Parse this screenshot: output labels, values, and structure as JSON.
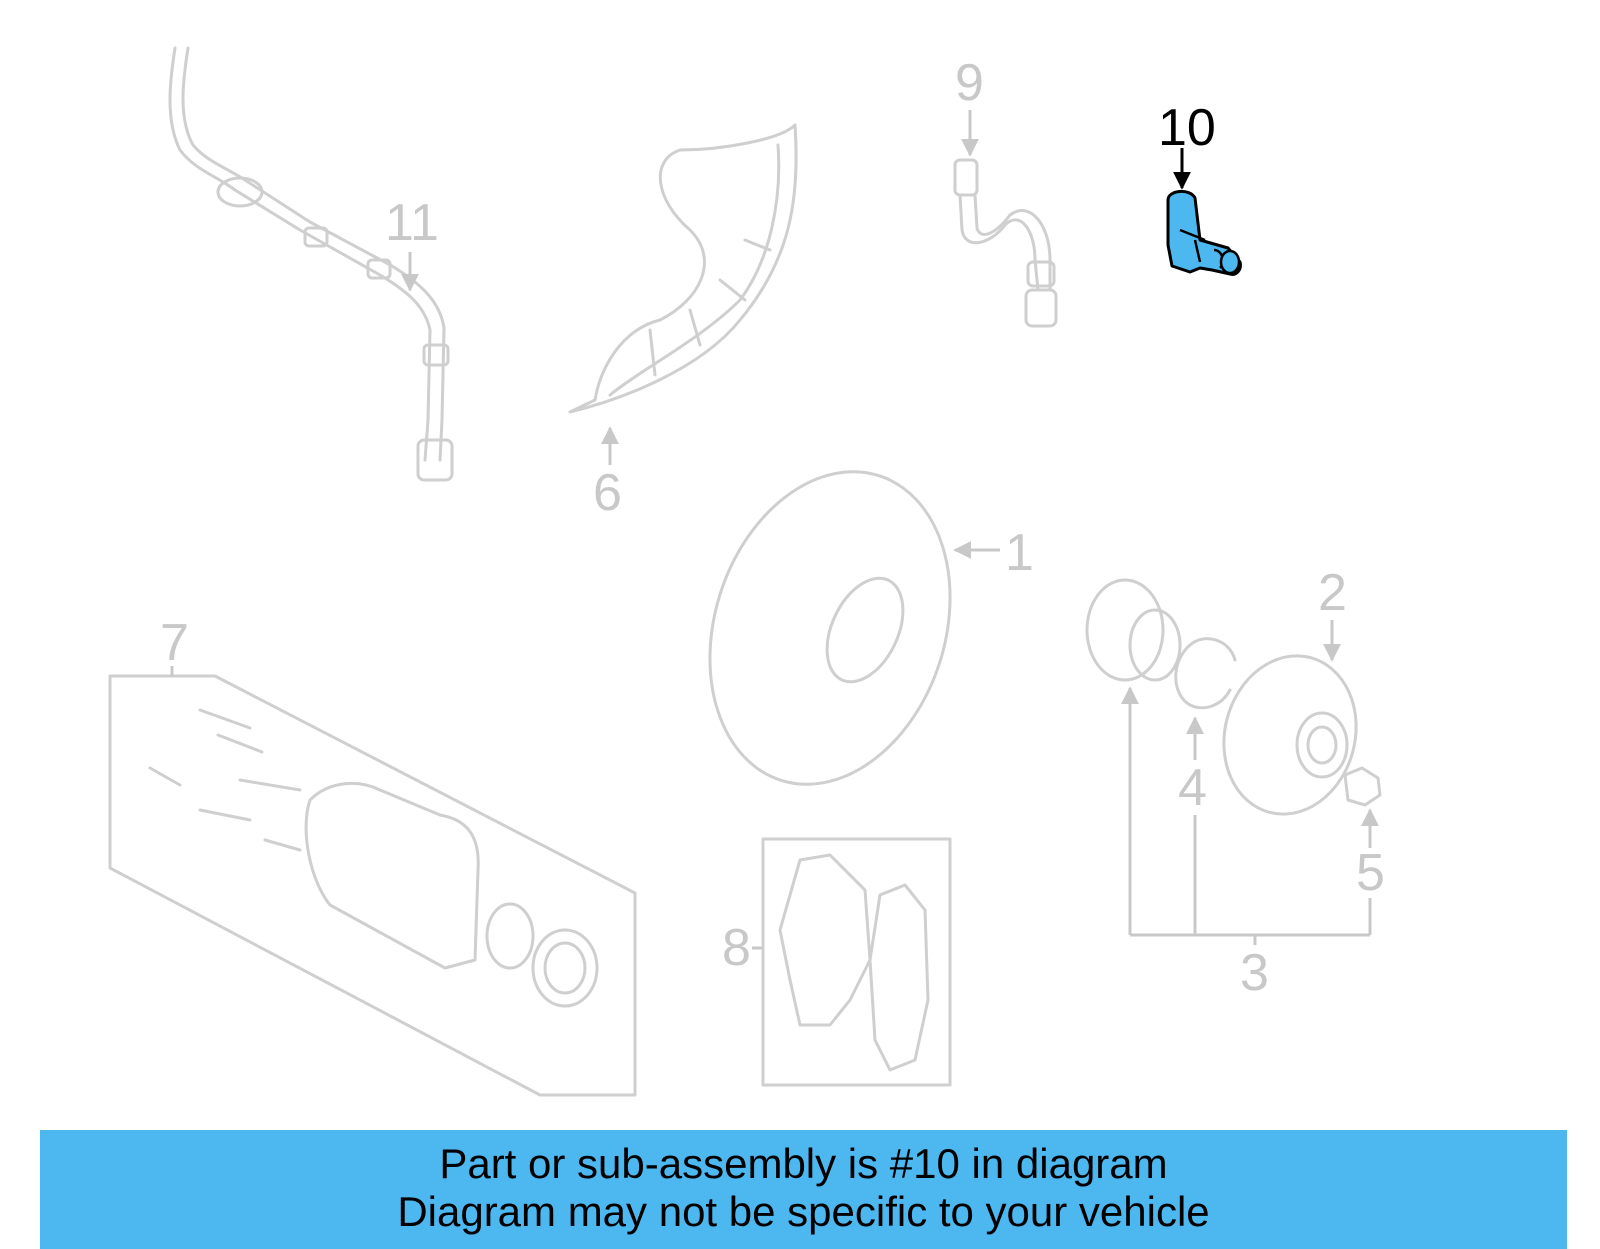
{
  "diagram": {
    "highlight_color": "#4db8f0",
    "part_color": "#cfcfcf",
    "callouts": [
      "1",
      "2",
      "3",
      "4",
      "5",
      "6",
      "7",
      "8",
      "9",
      "10",
      "11"
    ],
    "highlighted_callout": "10"
  },
  "banner": {
    "line1": "Part or sub-assembly is #10 in diagram",
    "line2": "Diagram may not be specific to your vehicle"
  }
}
